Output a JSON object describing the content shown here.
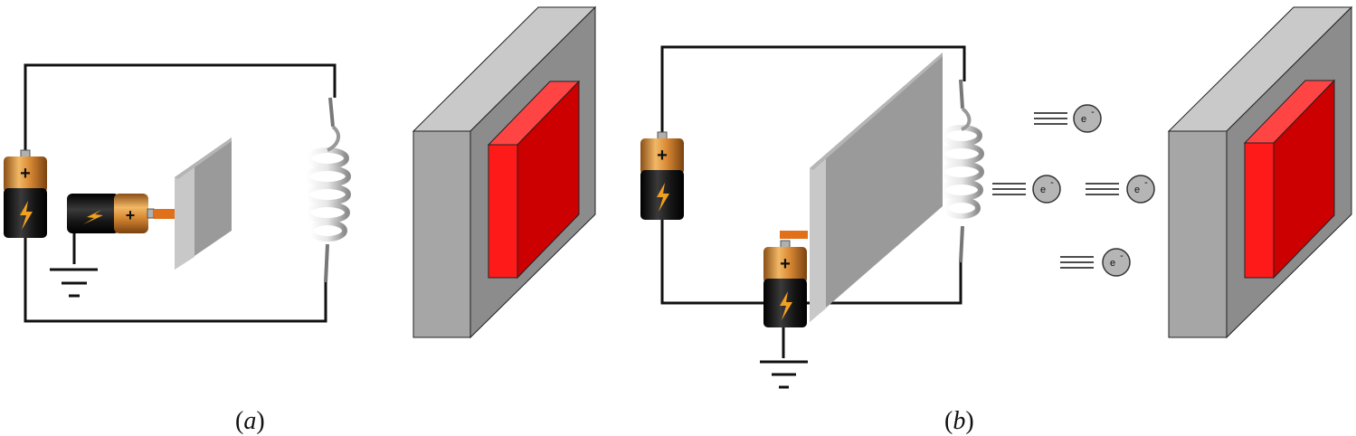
{
  "panels": [
    {
      "id": "a",
      "label_open": "(",
      "label_letter": "a",
      "label_close": ")"
    },
    {
      "id": "b",
      "label_open": "(",
      "label_letter": "b",
      "label_close": ")"
    }
  ],
  "electron_symbol": "e",
  "electron_charge": "-",
  "colors": {
    "wire": "#111111",
    "plate_face": "#9a9a9a",
    "plate_side": "#c8c8c8",
    "block_front": "#a6a6a6",
    "block_side": "#8c8c8c",
    "block_top": "#c9c9c9",
    "target_front": "#ff1a1a",
    "target_side": "#cc0000",
    "battery_black": "#141414",
    "battery_copper": "#c9832e",
    "connector": "#e0701a",
    "electron_fill": "#b5b5b5"
  }
}
